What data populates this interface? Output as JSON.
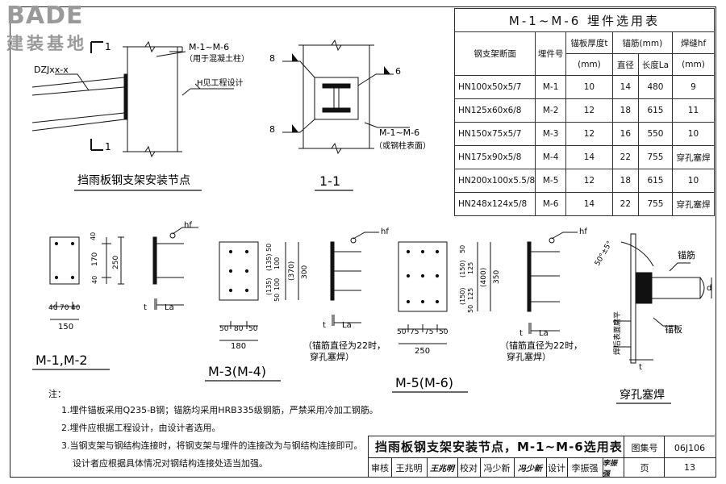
{
  "logo": {
    "brand": "BADE",
    "chinese": "建装基地"
  },
  "table": {
    "title": "M-1~M-6 埋件选用表",
    "headers": {
      "section": "钢支架断面",
      "part_no": "埋件号",
      "plate_thickness": "锚板厚度t",
      "plate_unit": "(mm)",
      "anchor": "锚筋(mm)",
      "diameter": "直径",
      "length": "长度La",
      "weld": "焊缝hf",
      "weld_unit": "(mm)"
    },
    "rows": [
      {
        "section": "HN100x50x5/7",
        "part": "M-1",
        "t": "10",
        "d": "14",
        "la": "480",
        "hf": "9"
      },
      {
        "section": "HN125x60x6/8",
        "part": "M-2",
        "t": "12",
        "d": "18",
        "la": "615",
        "hf": "11"
      },
      {
        "section": "HN150x75x5/7",
        "part": "M-3",
        "t": "12",
        "d": "16",
        "la": "550",
        "hf": "10"
      },
      {
        "section": "HN175x90x5/8",
        "part": "M-4",
        "t": "14",
        "d": "22",
        "la": "755",
        "hf": "穿孔塞焊"
      },
      {
        "section": "HN200x100x5.5/8",
        "part": "M-5",
        "t": "12",
        "d": "18",
        "la": "615",
        "hf": "10"
      },
      {
        "section": "HN248x124x5/8",
        "part": "M-6",
        "t": "14",
        "d": "22",
        "la": "755",
        "hf": "穿孔塞焊"
      }
    ]
  },
  "detail_install": {
    "label": "挡雨板钢支架安装节点",
    "beam": "DZJxx-x",
    "embed": "M-1~M-6",
    "embed_note": "（用于混凝土柱）",
    "h_note": "H见工程设计",
    "sec": "1"
  },
  "section_11": {
    "label": "1-1",
    "w8a": "8",
    "w8b": "8",
    "w6": "6",
    "embed": "M-1~M-6",
    "embed_note": "（或钢柱表面）"
  },
  "m12": {
    "label": "M-1,M-2",
    "hf": "hf",
    "d_top": "40",
    "d_mid": "170",
    "d_bot": "40",
    "d_total": "250",
    "w1": "40",
    "w2": "70",
    "w3": "40",
    "w_total": "150",
    "t": "t",
    "la": "La"
  },
  "m34": {
    "label": "M-3(M-4)",
    "hf": "hf",
    "d1": "50",
    "d2": "(135)",
    "d3": "100",
    "d4": "(135)",
    "d5": "100",
    "d6": "50",
    "d_paren_total": "(370)",
    "d_total": "300",
    "w1": "50",
    "w2": "80",
    "w3": "50",
    "w_total": "180",
    "t": "t",
    "la": "La",
    "note1": "（锚筋直径为22时，",
    "note2": "穿孔塞焊）"
  },
  "m56": {
    "label": "M-5(M-6)",
    "hf": "hf",
    "d1": "50",
    "d2": "(150)",
    "d3": "125",
    "d4": "(150)",
    "d5": "125",
    "d6": "50",
    "d_paren_total": "(400)",
    "d_total": "350",
    "w1": "50",
    "w2": "75",
    "w3": "75",
    "w4": "50",
    "w_total": "250",
    "t": "t",
    "la": "La",
    "note1": "（锚筋直径为22时，",
    "note2": "穿孔塞焊）"
  },
  "plug_weld": {
    "label": "穿孔塞焊",
    "angle": "50°±5°",
    "anchor": "锚筋",
    "plate": "锚板",
    "d": "d",
    "grind": "焊后表面磨平",
    "t": "t"
  },
  "notes": {
    "label": "注：",
    "items": [
      "1.埋件锚板采用Q235-B钢；锚筋均采用HRB335级钢筋，严禁采用冷加工钢筋。",
      "2.埋件应根据工程设计，由设计者选用。",
      "3.当钢支架与钢结构连接时，将钢支架与埋件的连接改为与钢结构连接即可。",
      "设计者应根据具体情况对钢结构连接处适当加强。"
    ]
  },
  "title_block": {
    "title": "挡雨板钢支架安装节点，M-1~M-6选用表",
    "atlas_label": "图集号",
    "atlas_no": "06J106",
    "review_label": "审核",
    "reviewer": "王兆明",
    "review_sig": "王兆明",
    "check_label": "校对",
    "checker": "冯少新",
    "check_sig": "冯少新",
    "design_label": "设计",
    "designer": "李振强",
    "design_sig": "李振强",
    "page_label": "页",
    "page_no": "13"
  }
}
